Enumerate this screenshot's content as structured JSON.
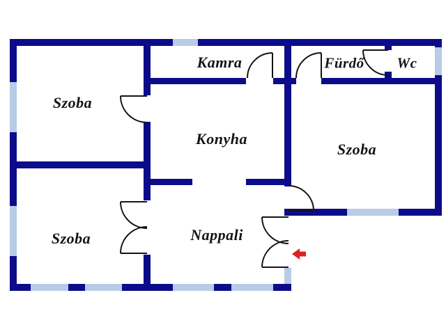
{
  "floorplan": {
    "rooms": {
      "szoba_top_left": "Szoba",
      "kamra": "Kamra",
      "furdo": "Fürdő",
      "wc": "Wc",
      "konyha": "Konyha",
      "szoba_right": "Szoba",
      "szoba_bottom_left": "Szoba",
      "nappali": "Nappali"
    },
    "icons": {
      "entrance_arrow": "◄"
    },
    "colors": {
      "wall": "#0c0c8a",
      "window": "#b9cbe6",
      "door": "#141414",
      "arrow": "#dd2121",
      "text": "#141414",
      "bg": "#ffffff"
    }
  }
}
